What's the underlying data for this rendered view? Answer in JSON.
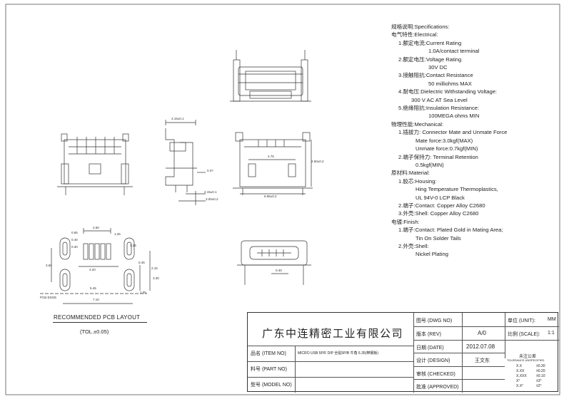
{
  "specifications": {
    "title": "规格说明:Specifications:",
    "electrical": {
      "heading": "电气特性:Electrical:",
      "items": [
        {
          "num": "1.",
          "label": "额定电流:Current Rating",
          "value": "1.0A/contact terminal"
        },
        {
          "num": "2.",
          "label": "额定电压:Voltage Rating",
          "value": "30V DC"
        },
        {
          "num": "3.",
          "label": "接触阻抗:Contact Resistance",
          "value": "50 milliohms MAX"
        },
        {
          "num": "4.",
          "label": "耐电压:Dielectric Withstanding Voltage:",
          "value": "300 V AC AT Sea Level"
        },
        {
          "num": "5.",
          "label": "绝缘阻抗:Insulation Resistance:",
          "value": "100MEGA ohms MIN"
        }
      ]
    },
    "mechanical": {
      "heading": "物理性能:Mechanical:",
      "items": [
        {
          "num": "1.",
          "label": "插拔力: Connector Mate and Unmate Force",
          "lines": [
            "Mate force:3.0kgf(MAX)",
            "Unmate force:0.7kgf(MIN)"
          ]
        },
        {
          "num": "2.",
          "label": "端子保持力: Terminal Retention",
          "lines": [
            "0.5kgf(MIN)"
          ]
        }
      ]
    },
    "material": {
      "heading": "原材料:Material:",
      "items": [
        {
          "num": "1.",
          "label": "胶芯:Housing:",
          "lines": [
            "Hing Temperature Thermoplastics,",
            "UL 94V-0 LCP Black"
          ]
        },
        {
          "num": "2.",
          "label": "端子:Contact: Copper Alloy C2680",
          "lines": []
        },
        {
          "num": "3.",
          "label": "外壳:Shell: Copper Alloy C2680",
          "lines": []
        }
      ]
    },
    "finish": {
      "heading": "电镀:Finish:",
      "items": [
        {
          "num": "1.",
          "label": "端子:Contact: Plated Gold in Mating Area;",
          "lines": [
            "Tin On Solder Tails"
          ]
        },
        {
          "num": "2.",
          "label": "外壳:Shell:",
          "lines": [
            "Nickel Plating"
          ]
        }
      ]
    }
  },
  "pcb_layout": {
    "title": "RECOMMENDED PCB LAYOUT",
    "tolerance": "(TOL.±0.05)",
    "edge_label": "PCB EDGE",
    "dims": [
      "2.60",
      "0.65",
      "0.40",
      "0.30",
      "4.20",
      "5.45",
      "7.10",
      "1.05",
      "1.25",
      "0.45",
      "2.15",
      "3.60",
      "3.30",
      "1.25"
    ]
  },
  "side_view_dims": [
    "4.15±0.1",
    "0.3?",
    "2.15±0.1",
    "3.00±0.2"
  ],
  "front_view_dims": [
    "4.75",
    "2.60±0.2",
    "6.96±0.2"
  ],
  "mate_view_dims": [
    "0.40"
  ],
  "title_block": {
    "company": "广东中连精密工业有限公司",
    "dwg_no_label": "图号 (DWG NO)",
    "dwg_no_value": "",
    "rev_label": "版本  (REV)",
    "rev_value": "A/0",
    "date_label": "日期  (DATE)",
    "date_value": "2012.07.08",
    "design_label": "设计  (DESIGN)",
    "design_value": "王文东",
    "checked_label": "审核  (CHECKED)",
    "checked_value": "",
    "approved_label": "批准  (APPROVED)",
    "approved_value": "",
    "unit_label": "单位  (UNIT):",
    "unit_value": "MM",
    "scale_label": "比例  (SCALE):",
    "scale_value": "1:1",
    "item_no_label": "品名  (ITEM NO)",
    "item_no_value": "MICRO USB 5P/F DIP 全贴5P/B 牛角 6.35(带钢板)",
    "part_no_label": "料号  (PART NO)",
    "part_no_value": "",
    "model_no_label": "型号  (MODEL NO)",
    "model_no_value": "",
    "tolerance_header": "未注公差",
    "tolerance_subheader": "TOLERANCE UNSPECIFIED",
    "tolerances": [
      {
        "k": "X.X",
        "v": "±0.30"
      },
      {
        "k": "X.XX",
        "v": "±0.20"
      },
      {
        "k": "X.XXX",
        "v": "±0.10"
      },
      {
        "k": "X°",
        "v": "±3°"
      },
      {
        "k": "X.X°",
        "v": "±2°"
      }
    ]
  }
}
